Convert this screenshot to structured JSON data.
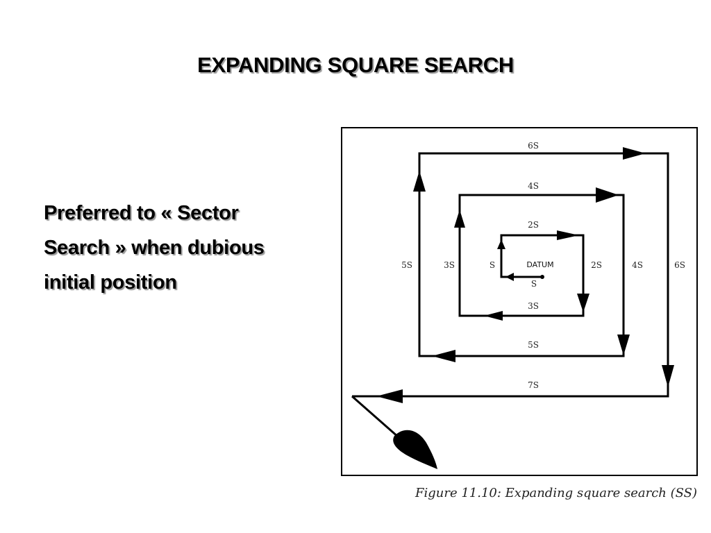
{
  "slide": {
    "title": "EXPANDING SQUARE SEARCH",
    "bullet_lines": [
      "Preferred to « Sector",
      "Search » when dubious",
      "initial position"
    ]
  },
  "figure": {
    "caption": "Figure 11.10: Expanding square search (SS)",
    "center_label": "DATUM",
    "leg_labels": {
      "s_left": "S",
      "s_bottom": "S",
      "2s_top": "2S",
      "2s_right": "2S",
      "3s_bottom": "3S",
      "3s_left": "3S",
      "4s_top": "4S",
      "4s_right": "4S",
      "5s_bottom": "5S",
      "5s_left": "5S",
      "6s_top": "6S",
      "6s_right": "6S",
      "7s_bottom": "7S"
    },
    "colors": {
      "line": "#000000",
      "vessel": "#000000"
    },
    "icons": [
      "vessel-icon",
      "datum-point-icon"
    ]
  }
}
